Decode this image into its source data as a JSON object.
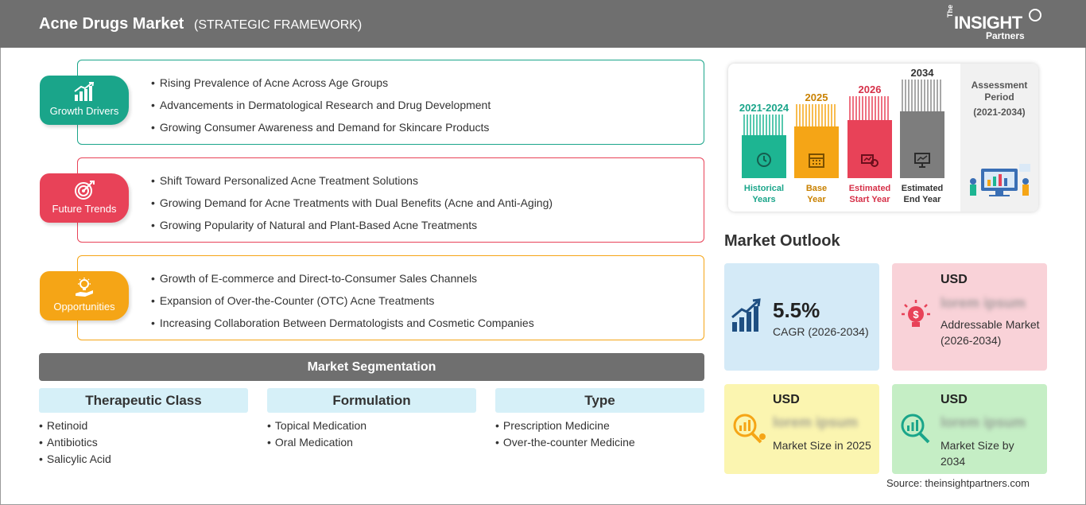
{
  "header": {
    "title": "Acne Drugs Market",
    "subtitle": "(STRATEGIC FRAMEWORK)",
    "logo_the": "The",
    "logo_insight": "INSIGHT",
    "logo_partners": "Partners"
  },
  "framework": {
    "growth_drivers": {
      "label": "Growth Drivers",
      "color": "#1aa58a",
      "items": [
        "Rising Prevalence of Acne Across Age Groups",
        "Advancements in Dermatological Research and Drug Development",
        "Growing Consumer Awareness and Demand for Skincare Products"
      ]
    },
    "future_trends": {
      "label": "Future Trends",
      "color": "#e84258",
      "items": [
        "Shift Toward Personalized Acne Treatment Solutions",
        "Growing Demand for Acne Treatments with Dual Benefits (Acne and Anti-Aging)",
        "Growing Popularity of Natural and Plant-Based Acne Treatments"
      ]
    },
    "opportunities": {
      "label": "Opportunities",
      "color": "#f5a516",
      "items": [
        "Growth of E-commerce and Direct-to-Consumer Sales Channels",
        "Expansion of Over-the-Counter (OTC) Acne Treatments",
        "Increasing Collaboration Between Dermatologists and Cosmetic Companies"
      ]
    }
  },
  "segmentation": {
    "title": "Market Segmentation",
    "columns": [
      {
        "header": "Therapeutic Class",
        "items": [
          "Retinoid",
          "Antibiotics",
          "Salicylic Acid"
        ]
      },
      {
        "header": "Formulation",
        "items": [
          "Topical Medication",
          "Oral Medication"
        ]
      },
      {
        "header": "Type",
        "items": [
          "Prescription Medicine",
          "Over-the-counter Medicine"
        ]
      }
    ]
  },
  "timeline": {
    "columns": [
      {
        "year": "2021-2024",
        "label_line1": "Historical",
        "label_line2": "Years",
        "color": "#1db592",
        "icon": "history-icon"
      },
      {
        "year": "2025",
        "label_line1": "Base",
        "label_line2": "Year",
        "color": "#f5a516",
        "icon": "calendar-icon"
      },
      {
        "year": "2026",
        "label_line1": "Estimated",
        "label_line2": "Start Year",
        "color": "#e84258",
        "icon": "forecast-icon"
      },
      {
        "year": "2034",
        "label_line1": "Estimated",
        "label_line2": "End Year",
        "color": "#7d7d7d",
        "icon": "presentation-icon"
      }
    ],
    "assessment_label": "Assessment Period",
    "assessment_period": "(2021-2034)"
  },
  "outlook": {
    "title": "Market Outlook",
    "cagr_value": "5.5%",
    "cagr_label": "CAGR (2026-2034)",
    "addressable_currency": "USD",
    "addressable_value": "lorem ipsum",
    "addressable_label": "Addressable Market (2026-2034)",
    "size2025_currency": "USD",
    "size2025_value": "lorem ipsum",
    "size2025_label": "Market Size in 2025",
    "size2034_currency": "USD",
    "size2034_value": "lorem ipsum",
    "size2034_label": "Market Size by 2034"
  },
  "source": "Source: theinsightpartners.com"
}
